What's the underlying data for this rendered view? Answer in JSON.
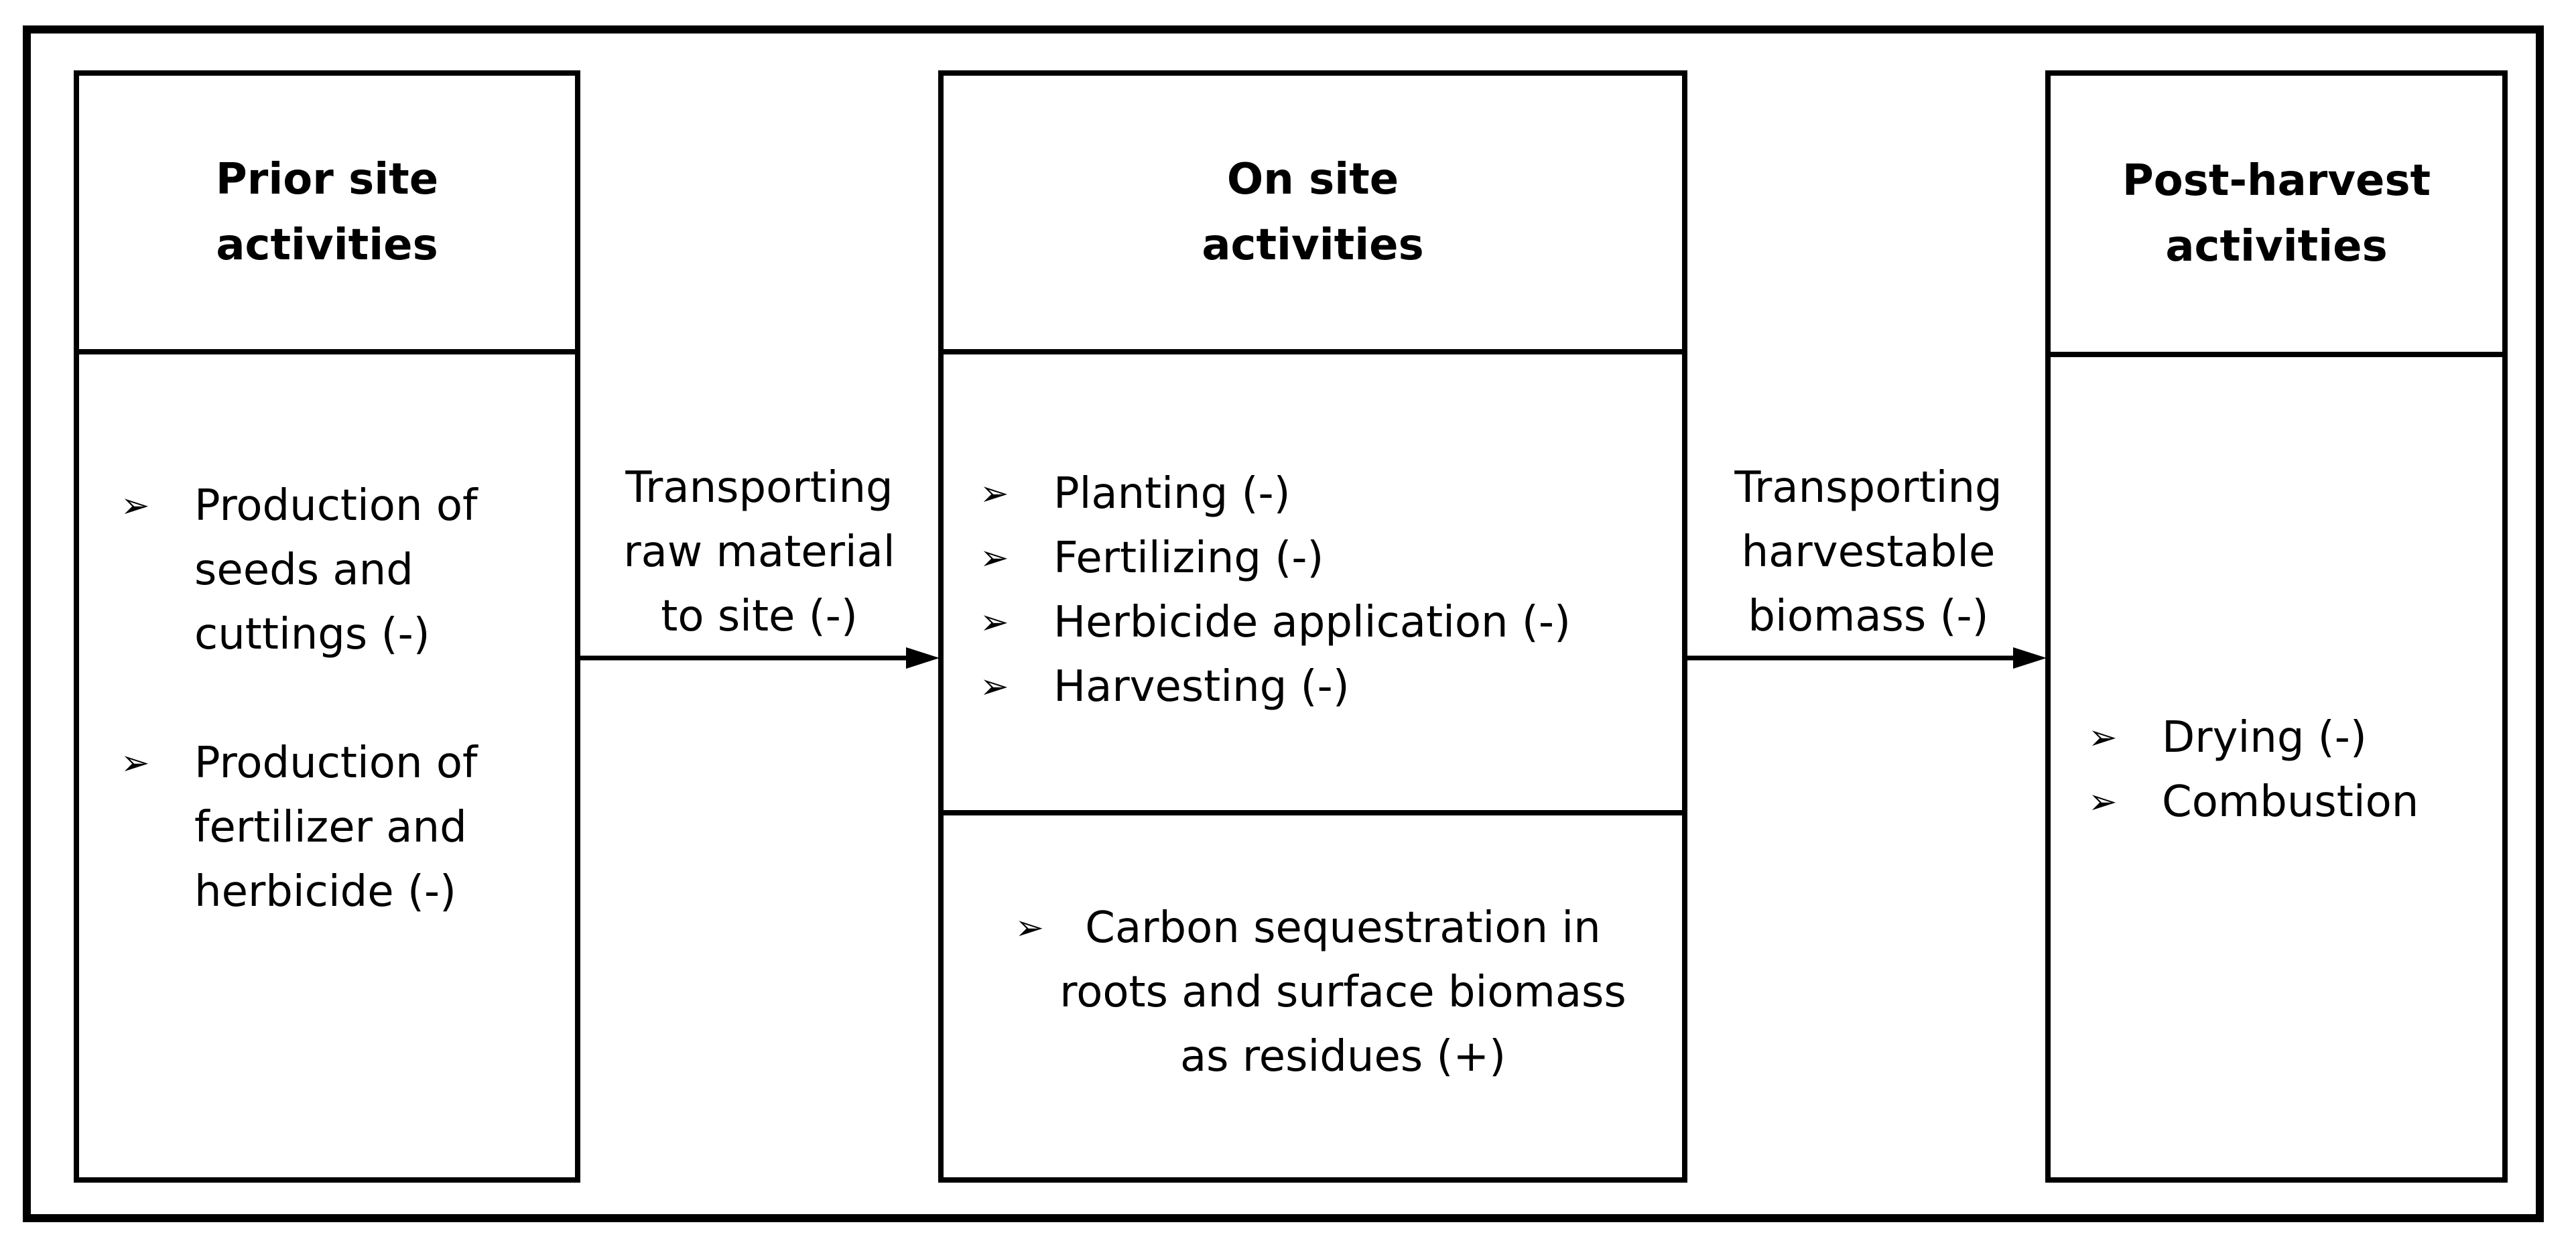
{
  "boxes": {
    "prior": {
      "title_line1": "Prior site",
      "title_line2": "activities",
      "items": [
        [
          "Production of",
          "seeds and",
          "cuttings (-)"
        ],
        [
          "Production of",
          "fertilizer and",
          "herbicide (-)"
        ]
      ]
    },
    "onsite": {
      "title_line1": "On site",
      "title_line2": "activities",
      "items": [
        "Planting (-)",
        "Fertilizing (-)",
        "Herbicide application (-)",
        "Harvesting (-)"
      ],
      "carbon_line1": "Carbon sequestration in",
      "carbon_line2": "roots and surface biomass",
      "carbon_line3": "as residues (+)"
    },
    "post": {
      "title_line1": "Post-harvest",
      "title_line2": "activities",
      "items": [
        "Drying (-)",
        "Combustion"
      ]
    }
  },
  "connectors": {
    "first": {
      "line1": "Transporting",
      "line2": "raw material",
      "line3": "to site (-)"
    },
    "second": {
      "line1": "Transporting",
      "line2": "harvestable",
      "line3": "biomass (-)"
    }
  },
  "bullet_symbol": "➢"
}
